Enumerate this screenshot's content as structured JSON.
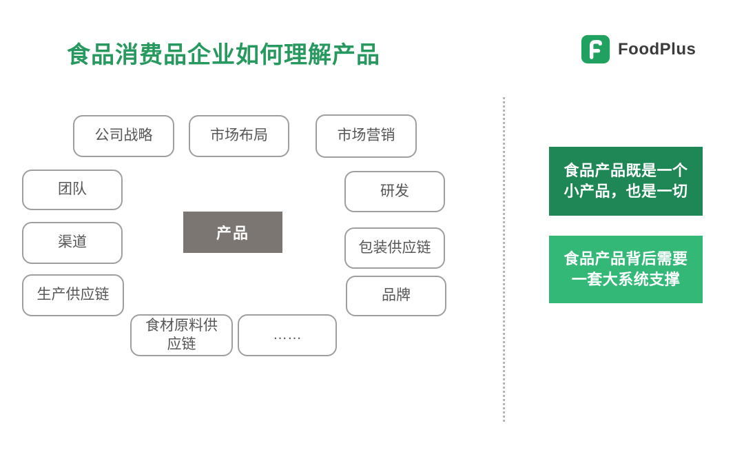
{
  "slide": {
    "title": "食品消费品企业如何理解产品",
    "brand": {
      "name": "FoodPlus",
      "icon": "foodplus-f-icon",
      "green": "#21a15f",
      "text_color": "#3b3b3b"
    }
  },
  "diagram": {
    "center": "产品",
    "nodes": [
      "公司战略",
      "市场布局",
      "市场营销",
      "团队",
      "研发",
      "渠道",
      "包装供应链",
      "生产供应链",
      "品牌",
      "食材原料供应链",
      "……"
    ]
  },
  "insights": [
    {
      "line1": "食品产品既是一个",
      "line2": "小产品，也是一切",
      "bg": "#1f8656"
    },
    {
      "line1": "食品产品背后需要",
      "line2": "一套大系统支撑",
      "bg": "#33b878"
    }
  ],
  "colors": {
    "title_green": "#28995e",
    "center_box_gray": "#7c7673",
    "node_border_gray": "#9e9e9e",
    "node_text_gray": "#565656",
    "divider_gray": "#b5b5b5",
    "insight_dark_green": "#1f8656",
    "insight_light_green": "#33b878"
  }
}
